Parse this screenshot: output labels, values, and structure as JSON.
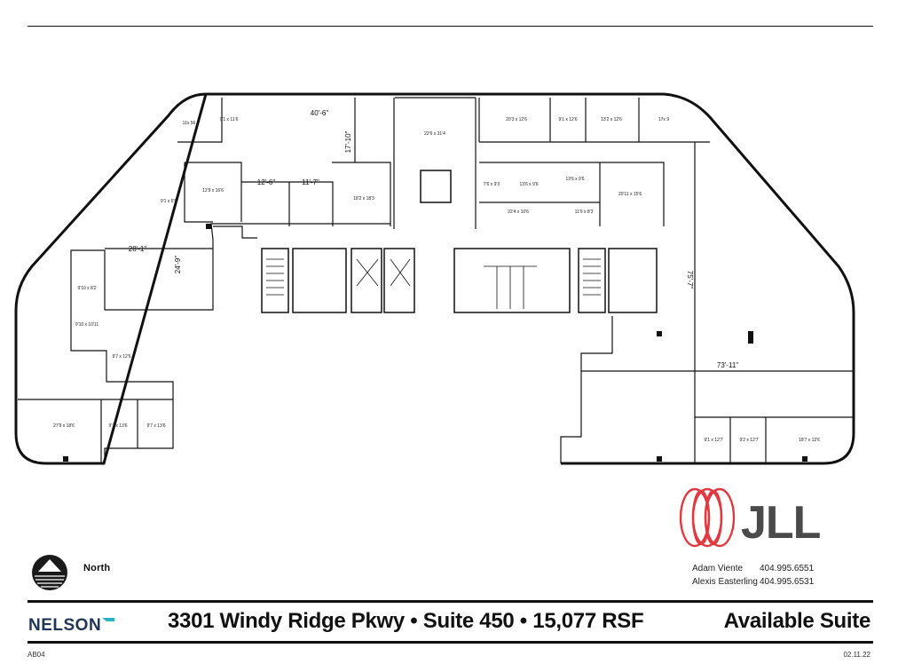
{
  "header": {
    "title": "3301 Windy Ridge Pkwy • Suite 450 • 15,077 RSF",
    "status": "Available Suite"
  },
  "compass": {
    "label": "North",
    "icon": "north-arrow-icon"
  },
  "branding": {
    "broker_logo": "JLL",
    "broker_icon": "jll-rings-icon",
    "broker_color": "#e2383f",
    "architect_logo": "NELSON",
    "architect_color": "#1d3557",
    "architect_accent_color": "#2ab3c6"
  },
  "contacts": [
    {
      "name": "Adam Viente",
      "phone": "404.995.6551"
    },
    {
      "name": "Alexis Easterling",
      "phone": "404.995.6531"
    }
  ],
  "footer": {
    "code": "AB04",
    "date": "02.11.22"
  },
  "floorplan": {
    "dimensions": [
      "40'-6\"",
      "17'-10\"",
      "12'-6\"",
      "11'-7\"",
      "28'-1\"",
      "24'-9\"",
      "75'-7\"",
      "73'-11\""
    ],
    "rooms": [
      "11x 56",
      "9'1 x 11'6",
      "20'3 x 12'6",
      "9'1 x 12'6",
      "13'2 x 12'6",
      "17x 9",
      "22'6 x 31'4",
      "12'9 x 16'6",
      "18'2 x 18'3",
      "9'1 x 6'9",
      "7'6 x 9'3",
      "13'6 x 9'6",
      "13'6 x 9'6",
      "20'11 x 15'6",
      "22'4 x 10'6",
      "11'9 x 8'3",
      "9'10 x 8'2",
      "9'10 x 10'11",
      "9'7 x 12'6",
      "27'9 x 18'6",
      "9'7 x 13'6",
      "9'7 x 13'6",
      "9'1 x 12'7",
      "9'2 x 12'7",
      "18'7 x 12'6"
    ]
  }
}
